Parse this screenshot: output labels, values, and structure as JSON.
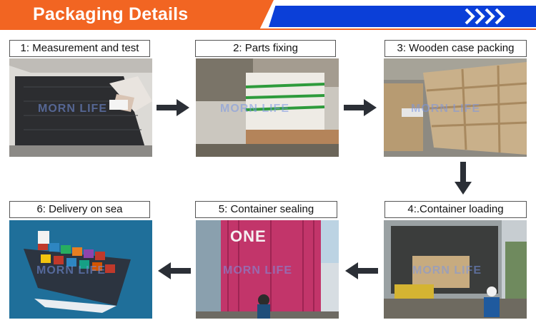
{
  "header": {
    "title": "Packaging Details"
  },
  "steps": [
    {
      "label": "1: Measurement and test"
    },
    {
      "label": "2: Parts fixing"
    },
    {
      "label": "3: Wooden case packing"
    },
    {
      "label": "4:.Container loading"
    },
    {
      "label": "5: Container sealing"
    },
    {
      "label": "6: Delivery on sea"
    }
  ],
  "watermark": "MORN LIFE",
  "container_text": "ONE",
  "colors": {
    "orange": "#f26522",
    "blue": "#0b3fd8",
    "arrow": "#2b2f36"
  }
}
